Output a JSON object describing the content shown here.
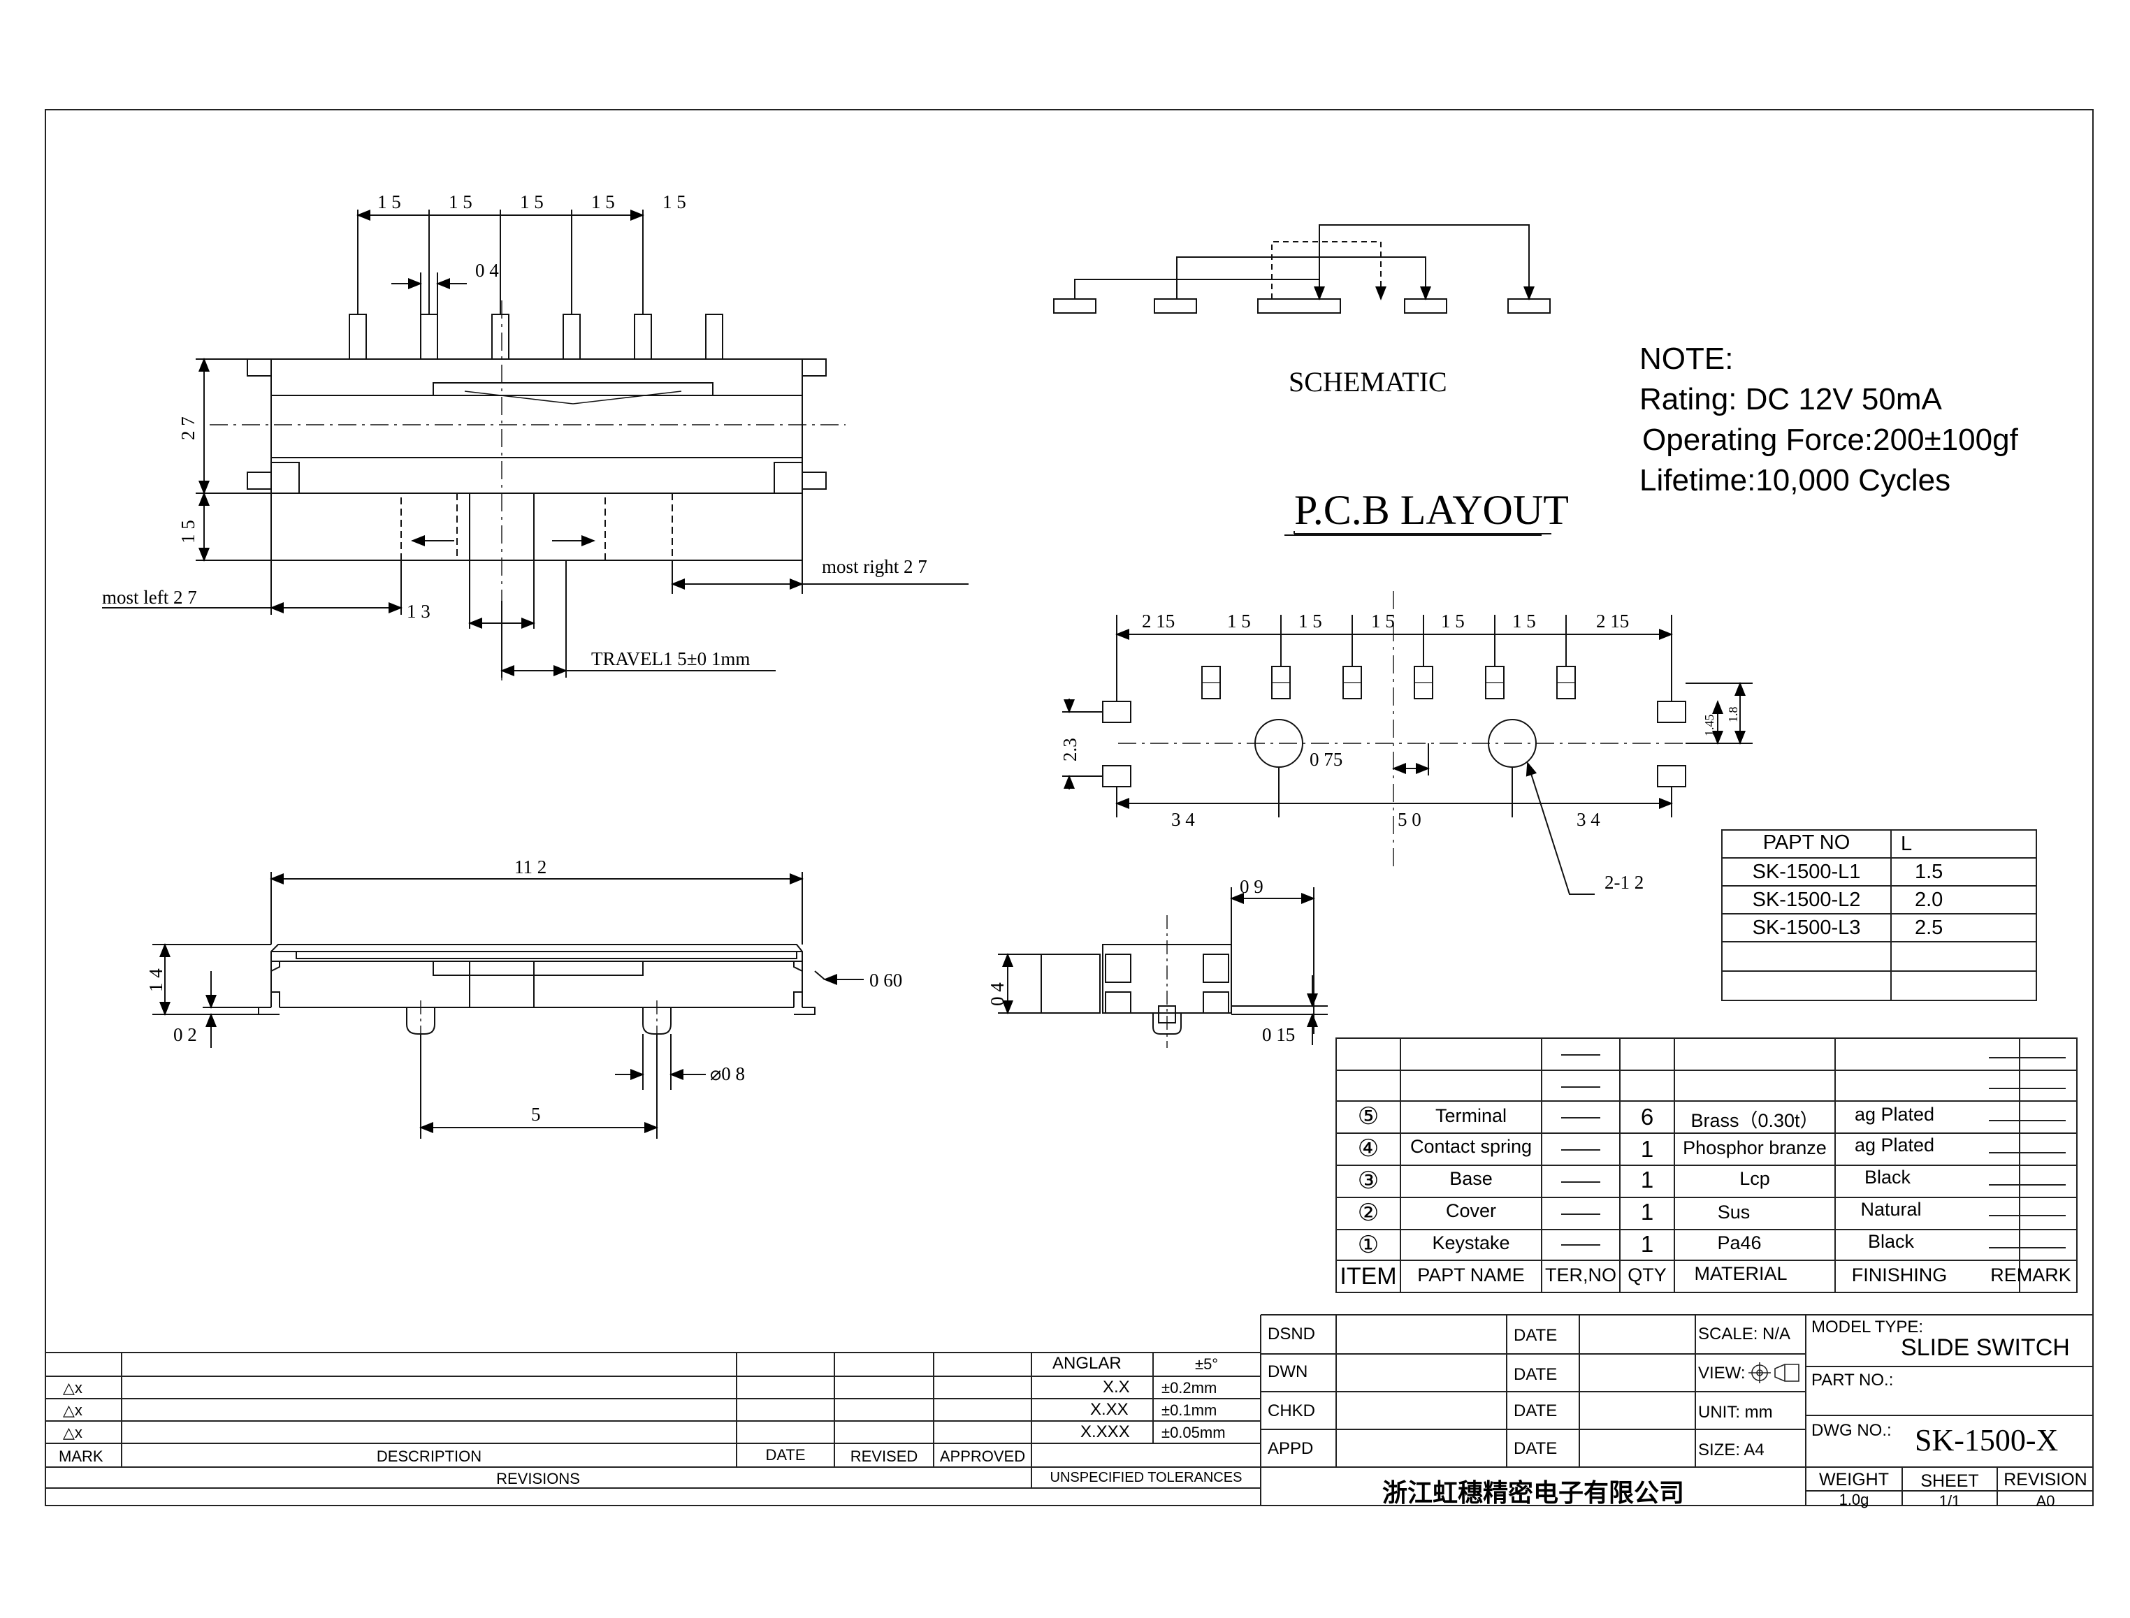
{
  "notes": {
    "title": "NOTE:",
    "rating": "Rating: DC 12V  50mA",
    "force": "Operating Force:200±100gf",
    "lifetime": "Lifetime:10,000 Cycles"
  },
  "labels": {
    "schematic": "SCHEMATIC",
    "pcb_layout": "P.C.B LAYOUT"
  },
  "front_dims": {
    "pitch": [
      "1 5",
      "1 5",
      "1 5",
      "1 5",
      "1 5"
    ],
    "pin_width": "0 4",
    "height": "2 7",
    "base": "1 5",
    "most_right": "most right 2 7",
    "most_left": "most left 2 7",
    "knob": "1 3",
    "travel": "TRAVEL1 5±0 1mm"
  },
  "side_dims": {
    "length": "11 2",
    "height": "1 4",
    "foot": "0 2",
    "term": "0 60",
    "peg_dia": "⌀0 8",
    "peg_pitch": "5"
  },
  "end_dims": {
    "width": "0 9",
    "height": "0 4",
    "thk": "0 15"
  },
  "pcb_dims": {
    "top": [
      "2 15",
      "1 5",
      "1 5",
      "1 5",
      "1 5",
      "1 5",
      "2 15"
    ],
    "left_h": "2.3",
    "right_a": "1.45",
    "right_b": "1.8",
    "hole_off": "0 75",
    "bottom": [
      "3 4",
      "5 0",
      "3 4"
    ],
    "holes": "2-1 2"
  },
  "part_table": {
    "headers": [
      "PAPT NO",
      "L"
    ],
    "rows": [
      [
        "SK-1500-L1",
        "1.5"
      ],
      [
        "SK-1500-L2",
        "2.0"
      ],
      [
        "SK-1500-L3",
        "2.5"
      ],
      [
        "",
        ""
      ]
    ]
  },
  "bom": {
    "headers": [
      "ITEM",
      "PAPT NAME",
      "TER,NO",
      "QTY",
      "MATERIAL",
      "FINISHING",
      "REMARK"
    ],
    "rows": [
      [
        "⑤",
        "Terminal",
        "6",
        "Brass（0.30t）",
        "ag Plated"
      ],
      [
        "④",
        "Contact spring",
        "1",
        "Phosphor branze",
        "ag Plated"
      ],
      [
        "③",
        "Base",
        "1",
        "Lcp",
        "Black"
      ],
      [
        "②",
        "Cover",
        "1",
        "Sus",
        "Natural"
      ],
      [
        "①",
        "Keystake",
        "1",
        "Pa46",
        "Black"
      ]
    ]
  },
  "revisions": {
    "row_marks": [
      "△x",
      "△x",
      "△x"
    ],
    "mark": "MARK",
    "description": "DESCRIPTION",
    "date": "DATE",
    "revised": "REVISED",
    "approved": "APPROVED",
    "title": "REVISIONS",
    "unspec": "UNSPECIFIED TOLERANCES"
  },
  "tolerances": [
    {
      "label": "ANGLAR",
      "value": "±5°"
    },
    {
      "label": "X.X",
      "value": "±0.2mm"
    },
    {
      "label": "X.XX",
      "value": "±0.1mm"
    },
    {
      "label": "X.XXX",
      "value": "±0.05mm"
    }
  ],
  "title_block": {
    "dsnd": "DSND",
    "dwn": "DWN",
    "chkd": "CHKD",
    "appd": "APPD",
    "date": "DATE",
    "scale": "SCALE: N/A",
    "view": "VIEW:",
    "unit": "UNIT: mm",
    "size": "SIZE: A4",
    "model_type_label": "MODEL TYPE:",
    "model_type": "SLIDE SWITCH",
    "part_no_label": "PART NO.:",
    "dwg_no_label": "DWG NO.:",
    "dwg_no": "SK-1500-X",
    "company": "浙江虹穗精密电子有限公司",
    "weight_label": "WEIGHT",
    "weight": "1.0g",
    "sheet_label": "SHEET",
    "sheet": "1/1",
    "revision_label": "REVISION",
    "revision": "A0"
  }
}
